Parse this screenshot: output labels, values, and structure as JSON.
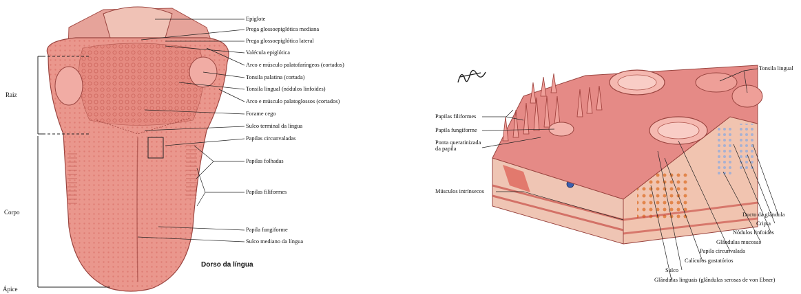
{
  "left_figure": {
    "caption": "Dorso da língua",
    "regions": {
      "root": "Raiz",
      "body": "Corpo",
      "apex": "Ápice"
    },
    "labels": {
      "epiglottis": "Epiglote",
      "median_fold": "Prega glossoepiglótica mediana",
      "lateral_fold": "Prega glossoepiglótica lateral",
      "vallecula": "Valécula epiglótica",
      "palatopharyngeal": "Arco e músculo palatofaríngeos (cortados)",
      "palatine_tonsil": "Tonsila palatina (cortada)",
      "lingual_tonsil": "Tonsila lingual (nódulos linfoides)",
      "palatoglossal": "Arco e músculo palatoglossos (cortados)",
      "foramen": "Forame cego",
      "terminal_sulcus": "Sulco terminal da língua",
      "circumvallate": "Papilas circunvaladas",
      "foliate": "Papilas folhadas",
      "filiform": "Papilas filiformes",
      "fungiform": "Papila fungiforme",
      "median_sulcus": "Sulco mediano da língua"
    }
  },
  "right_figure": {
    "signature": "F. Netter",
    "labels": {
      "lingual_tonsil": "Tonsila lingual",
      "filiform": "Papilas filiformes",
      "fungiform": "Papila fungiforme",
      "keratinized_tip_1": "Ponta queratinizada",
      "keratinized_tip_2": "da papila",
      "intrinsic_muscles": "Músculos intrínsecos",
      "gland_duct": "Ducto da glândula",
      "crypt": "Cripta",
      "lymph_nodules": "Nódulos linfoides",
      "mucous_glands": "Glândulas mucosas",
      "circumvallate": "Papila circunvalada",
      "taste_buds": "Calículos gustatórios",
      "sulcus": "Sulco",
      "von_ebner": "Glândulas linguais (glândulas serosas de von Ebner)"
    }
  }
}
